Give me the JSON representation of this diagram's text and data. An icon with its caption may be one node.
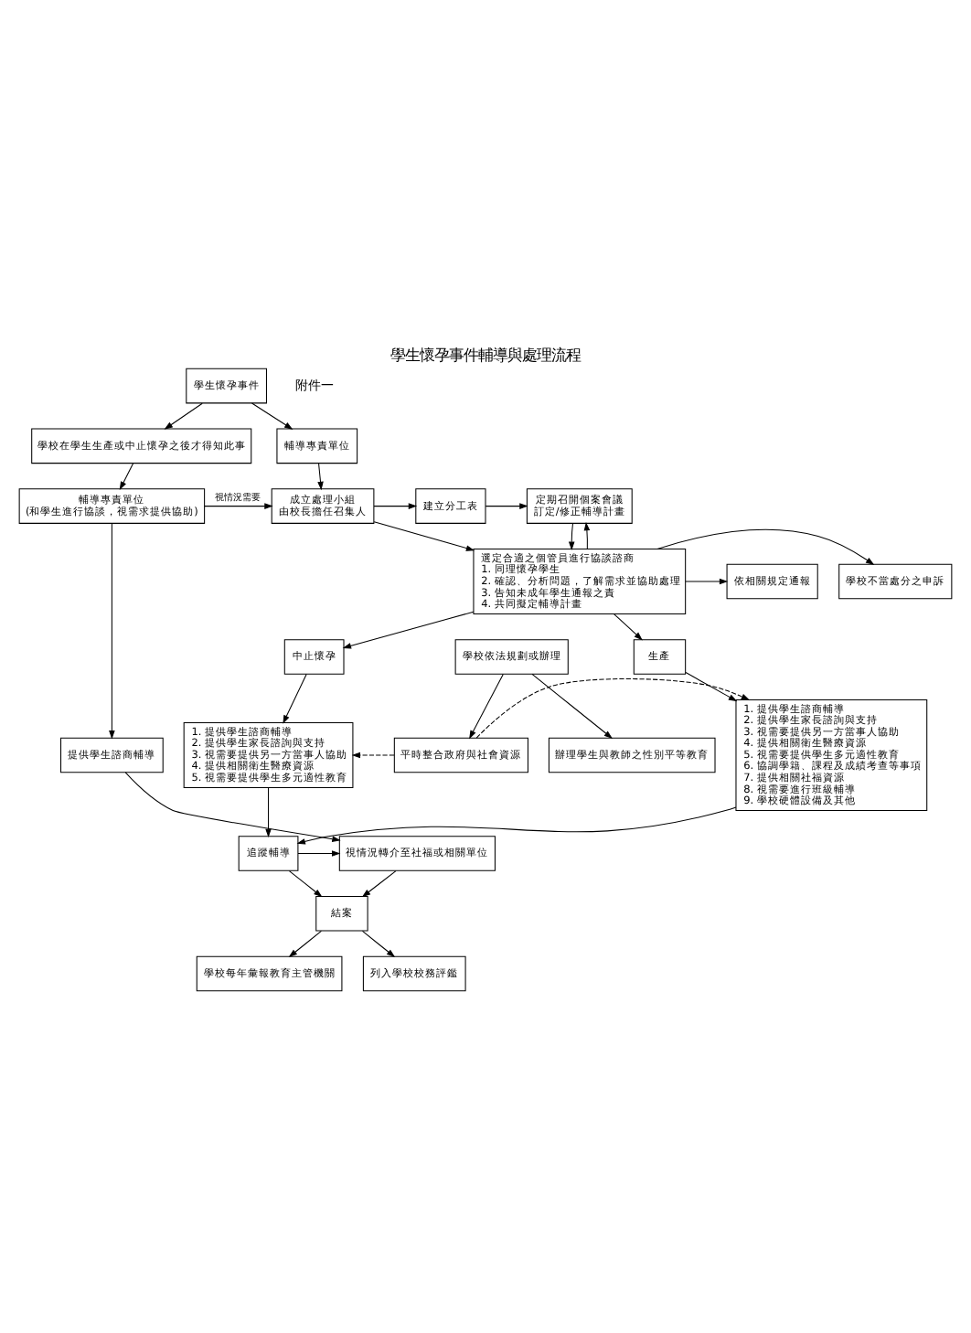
{
  "diagram": {
    "title": "學生懷孕事件輔導與處理流程",
    "nodes": [
      {
        "text": [
          "學生懷孕事件"
        ]
      },
      {
        "text": [
          "學校在學生生產或中止懷孕之後才得知此事"
        ]
      },
      {
        "text": [
          "輔導專責單位"
        ]
      },
      {
        "text": [
          "輔導專責單位",
          "(和學生進行協談，視需求提供協助)"
        ]
      },
      {
        "text": [
          "成立處理小組",
          "由校長擔任召集人"
        ]
      },
      {
        "text": [
          "建立分工表"
        ]
      },
      {
        "text": [
          "定期召開個案會議",
          "訂定/修正輔導計畫"
        ]
      },
      {
        "text": [
          "依相關規定通報"
        ]
      },
      {
        "text": [
          "選定合適之個管員進行協談諮商",
          "1. 同理懷孕學生",
          "2. 確認、分析問題，了解需求並協助處理",
          "3. 告知未成年學生通報之責",
          "4. 共同擬定輔導計畫"
        ]
      },
      {
        "text": [
          "學校不當處分之申訴"
        ]
      },
      {
        "text": [
          "學校依法規劃或辦理"
        ]
      },
      {
        "text": [
          "生產"
        ]
      },
      {
        "text": [
          "中止懷孕"
        ]
      },
      {
        "text": [
          "提供學生諮商輔導"
        ]
      },
      {
        "text": [
          "平時整合政府與社會資源"
        ]
      },
      {
        "text": [
          "辦理學生與教師之性別平等教育"
        ]
      },
      {
        "text": [
          "1. 提供學生諮商輔導",
          "2. 提供學生家長諮詢與支持",
          "3. 視需要提供另一方當事人協助",
          "4. 提供相關衛生醫療資源",
          "5. 視需要提供學生多元適性教育",
          "6. 協調學籍、課程及成績考查等事項",
          "7. 提供相關社福資源",
          "8. 視需要進行班級輔導",
          "9. 學校硬體設備及其他"
        ]
      },
      {
        "text": [
          "1. 提供學生諮商輔導",
          "2. 提供學生家長諮詢與支持",
          "3. 視需要提供另一方當事人協助",
          "4. 提供相關衛生醫療資源",
          "5. 視需要提供學生多元適性教育"
        ]
      },
      {
        "text": [
          "追蹤輔導"
        ]
      },
      {
        "text": [
          "視情況轉介至社福或相關單位"
        ]
      },
      {
        "text": [
          "結案"
        ]
      },
      {
        "text": [
          "學校每年彙報教育主管機關"
        ]
      },
      {
        "text": [
          "列入學校校務評鑑"
        ]
      }
    ],
    "edges": [
      {
        "from": 0,
        "to": 1,
        "arrow": "to"
      },
      {
        "from": 0,
        "to": 2,
        "arrow": "to"
      },
      {
        "from": 1,
        "to": 3,
        "arrow": "to"
      },
      {
        "from": 3,
        "to": 4,
        "arrow": "to",
        "label": "視情況需要"
      },
      {
        "from": 2,
        "to": 4,
        "arrow": "to"
      },
      {
        "from": 4,
        "to": 5,
        "arrow": "to"
      },
      {
        "from": 5,
        "to": 6,
        "arrow": "to"
      },
      {
        "from": 4,
        "to": 8,
        "arrow": "to"
      },
      {
        "from": 8,
        "to": 6,
        "arrow": "to"
      },
      {
        "from": 6,
        "to": 8,
        "arrow": "to"
      },
      {
        "from": 8,
        "to": 7,
        "arrow": "to"
      },
      {
        "from": 8,
        "to": 9,
        "arrow": "to"
      },
      {
        "from": 8,
        "to": 11,
        "arrow": "to"
      },
      {
        "from": 8,
        "to": 12,
        "arrow": "to"
      },
      {
        "from": 3,
        "to": 13,
        "arrow": "to"
      },
      {
        "from": 10,
        "to": 14,
        "arrow": "to"
      },
      {
        "from": 10,
        "to": 15,
        "arrow": "to"
      },
      {
        "from": 11,
        "to": 16,
        "arrow": "to"
      },
      {
        "from": 12,
        "to": 17,
        "arrow": "to"
      },
      {
        "from": 14,
        "to": 16,
        "arrow": "to",
        "style": "dashed"
      },
      {
        "from": 14,
        "to": 17,
        "arrow": "to",
        "style": "dashed"
      },
      {
        "from": 16,
        "to": 18,
        "arrow": "to"
      },
      {
        "from": 17,
        "to": 18,
        "arrow": "to"
      },
      {
        "from": 13,
        "to": 19,
        "arrow": "to"
      },
      {
        "from": 18,
        "to": 19,
        "arrow": "to"
      },
      {
        "from": 18,
        "to": 20,
        "arrow": "to"
      },
      {
        "from": 19,
        "to": 20,
        "arrow": "to"
      },
      {
        "from": 20,
        "to": 21,
        "arrow": "to"
      },
      {
        "from": 20,
        "to": 22,
        "arrow": "to"
      }
    ],
    "labels": [
      "附件一"
    ]
  }
}
